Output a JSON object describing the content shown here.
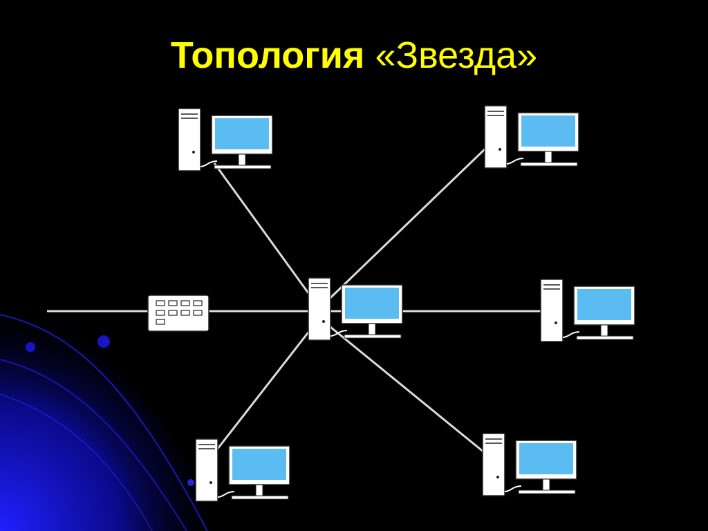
{
  "slide": {
    "title_bold": "Топология",
    "title_normal": "«Звезда»"
  },
  "colors": {
    "background": "#000000",
    "title": "#ffff00",
    "screen": "#5bbcf2",
    "device_outline": "#ffffff",
    "cable": "#dcdcdc",
    "decoration": "#1a1aff"
  },
  "diagram": {
    "topology": "star",
    "hub": "computer",
    "nodes": [
      {
        "name": "computer-top-left",
        "type": "computer",
        "connected_to": "hub"
      },
      {
        "name": "computer-top-right",
        "type": "computer",
        "connected_to": "hub"
      },
      {
        "name": "computer-right",
        "type": "computer",
        "connected_to": "hub"
      },
      {
        "name": "computer-bottom-left",
        "type": "computer",
        "connected_to": "hub"
      },
      {
        "name": "computer-bottom-right",
        "type": "computer",
        "connected_to": "hub"
      },
      {
        "name": "network-switch",
        "type": "switch",
        "connected_to": "hub"
      }
    ]
  }
}
